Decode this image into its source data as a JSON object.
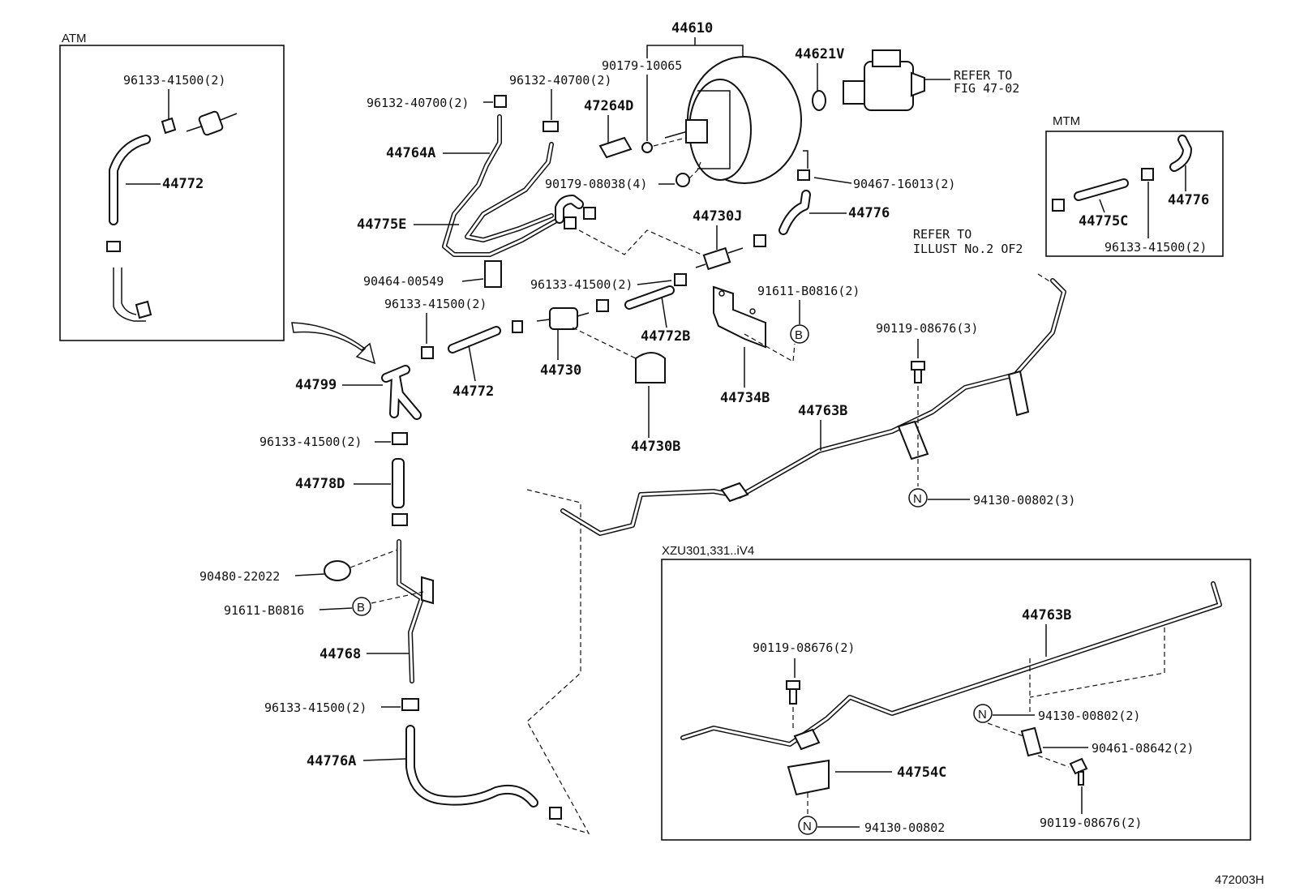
{
  "sections": {
    "atm": "ATM",
    "mtm": "MTM",
    "xzu": "XZU301,331..iV4"
  },
  "refs": {
    "fig_line1": "REFER TO",
    "fig_line2": "FIG 47-02",
    "illust_line1": "REFER TO",
    "illust_line2": "ILLUST No.2 OF2"
  },
  "markers": {
    "b": "B",
    "n": "N"
  },
  "labels": {
    "p44610": "44610",
    "p90179_10065": "90179-10065",
    "p44621v": "44621V",
    "p47264d": "47264D",
    "p90179_08038": "90179-08038(4)",
    "p90467_16013": "90467-16013(2)",
    "p96132_40700_a": "96132-40700(2)",
    "p96132_40700_b": "96132-40700(2)",
    "p44764a": "44764A",
    "p44775e": "44775E",
    "p44730j": "44730J",
    "p44776": "44776",
    "p90464_00549": "90464-00549",
    "p96133_41500_mid": "96133-41500(2)",
    "p91611_b0816_top": "91611-B0816(2)",
    "p96133_41500_left": "96133-41500(2)",
    "p44772b": "44772B",
    "p44772_mid": "44772",
    "p44730": "44730",
    "p44734b": "44734B",
    "p44730b": "44730B",
    "p44799": "44799",
    "p96133_41500_a": "96133-41500(2)",
    "p44778d": "44778D",
    "p90480_22022": "90480-22022",
    "p91611_b0816": "91611-B0816",
    "p44768": "44768",
    "p96133_41500_b": "96133-41500(2)",
    "p44776a": "44776A",
    "p96133_41500_atm": "96133-41500(2)",
    "p44772_atm": "44772",
    "p44775c": "44775C",
    "p44776_mtm": "44776",
    "p96133_41500_mtm": "96133-41500(2)",
    "p90119_08676_3": "90119-08676(3)",
    "p44763b": "44763B",
    "p94130_00802_3": "94130-00802(3)",
    "p44763b_x": "44763B",
    "p90119_08676_x1": "90119-08676(2)",
    "p94130_00802_x1": "94130-00802(2)",
    "p90461_08642": "90461-08642(2)",
    "p44754c": "44754C",
    "p90119_08676_x2": "90119-08676(2)",
    "p94130_00802_x2": "94130-00802"
  },
  "footer": {
    "code": "472003H"
  }
}
